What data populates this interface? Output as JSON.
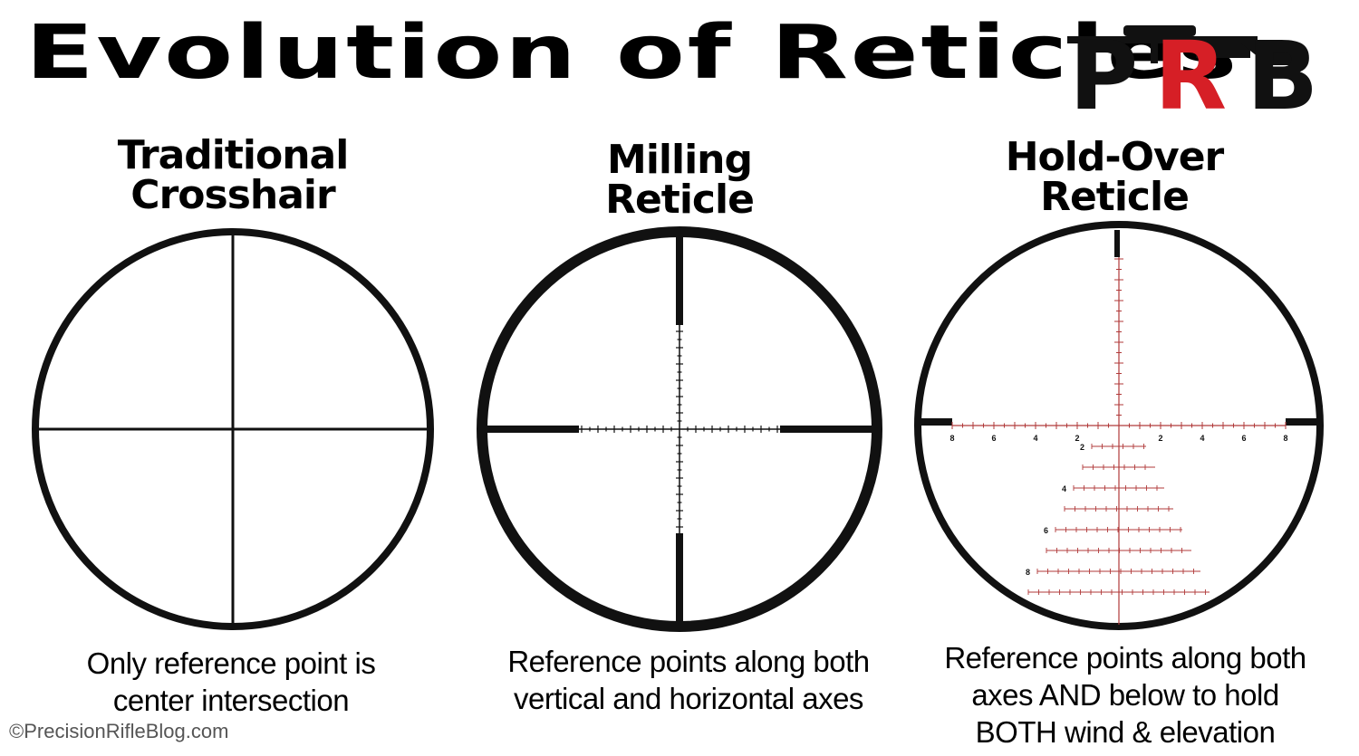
{
  "header": {
    "title": "Evolution of Reticles",
    "logo_text": "PRB",
    "logo_colors": {
      "p": "#111111",
      "r": "#d61f26",
      "b": "#111111"
    }
  },
  "panels": [
    {
      "title_lines": [
        "Traditional",
        "Crosshair"
      ],
      "caption_lines": [
        "Only reference point is",
        "center intersection"
      ],
      "reticle_type": "crosshair"
    },
    {
      "title_lines": [
        "Milling",
        "Reticle"
      ],
      "caption_lines": [
        "Reference points along both",
        "vertical and horizontal axes"
      ],
      "reticle_type": "milling"
    },
    {
      "title_lines": [
        "Hold-Over",
        "Reticle"
      ],
      "caption_lines": [
        "Reference points along both",
        "axes AND below to hold",
        "BOTH wind & elevation"
      ],
      "reticle_type": "holdover",
      "horizontal_labels": [
        "8",
        "6",
        "4",
        "2",
        "2",
        "4",
        "6",
        "8"
      ],
      "vertical_labels": [
        "2",
        "4",
        "6",
        "8"
      ],
      "tick_color": "#b03a3a"
    }
  ],
  "footer": {
    "copyright": "©PrecisionRifleBlog.com"
  }
}
